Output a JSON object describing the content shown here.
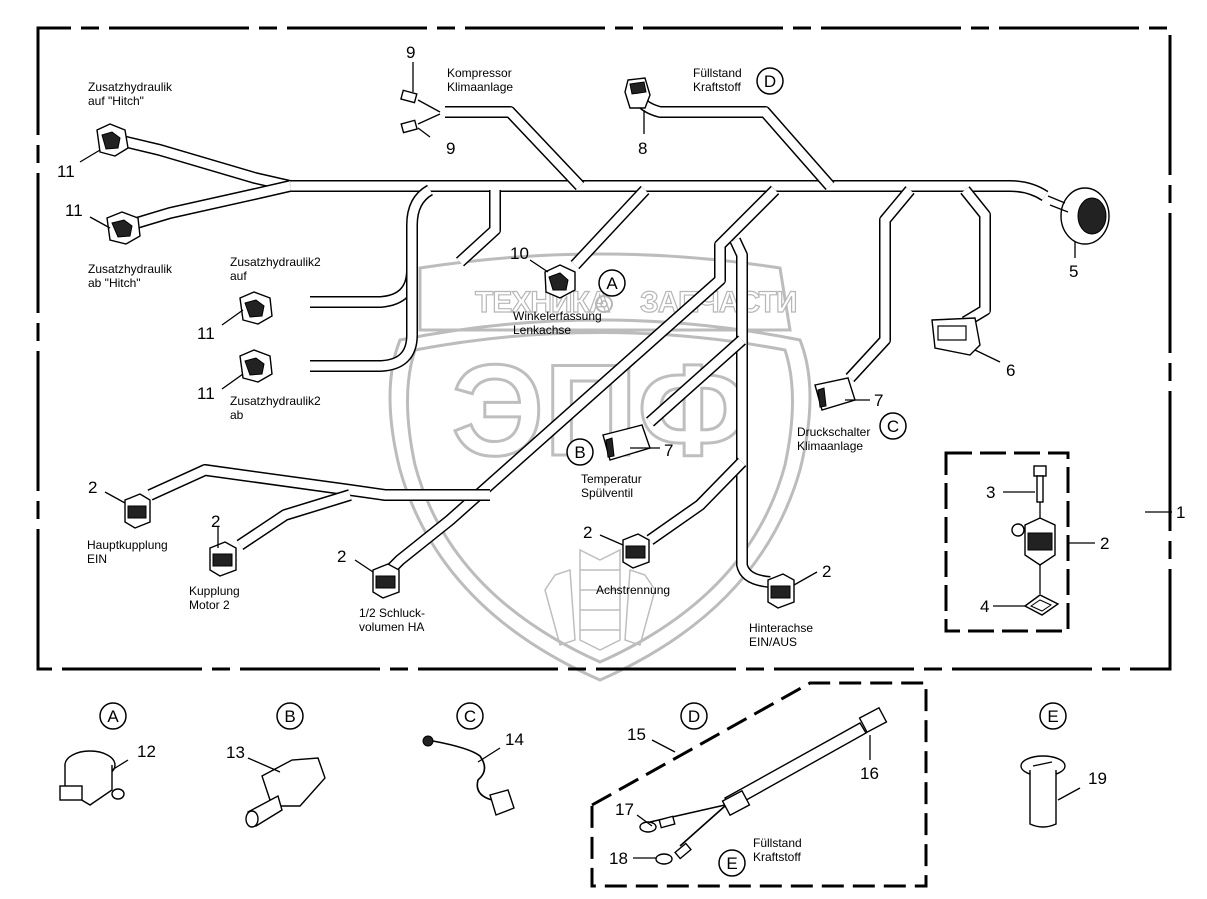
{
  "diagram": {
    "title": "Kabelbaum / Wiring harness parts diagram",
    "watermark": {
      "logo_letters": "ЭПФ",
      "left_text": "ТЕХНИКА",
      "right_text": "ЗАПЧАСТИ"
    },
    "connector_labels": [
      {
        "id": "zh-auf-hitch",
        "lines": [
          "Zusatzhydraulik",
          "auf \"Hitch\""
        ]
      },
      {
        "id": "zh-ab-hitch",
        "lines": [
          "Zusatzhydraulik",
          "ab \"Hitch\""
        ]
      },
      {
        "id": "zh2-auf",
        "lines": [
          "Zusatzhydraulik2",
          "auf"
        ]
      },
      {
        "id": "zh2-ab",
        "lines": [
          "Zusatzhydraulik2",
          "ab"
        ]
      },
      {
        "id": "kompressor",
        "lines": [
          "Kompressor",
          "Klimaanlage"
        ]
      },
      {
        "id": "fuellstand-top",
        "lines": [
          "Füllstand",
          "Kraftstoff"
        ]
      },
      {
        "id": "winkel",
        "lines": [
          "Winkelerfassung",
          "Lenkachse"
        ]
      },
      {
        "id": "druckschalter",
        "lines": [
          "Druckschalter",
          "Klimaanlage"
        ]
      },
      {
        "id": "temperatur",
        "lines": [
          "Temperatur",
          "Spülventil"
        ]
      },
      {
        "id": "hauptkupplung",
        "lines": [
          "Hauptkupplung",
          "EIN"
        ]
      },
      {
        "id": "kupplung-motor2",
        "lines": [
          "Kupplung",
          "Motor 2"
        ]
      },
      {
        "id": "schluckvolumen",
        "lines": [
          "1/2 Schluck-",
          "volumen HA"
        ]
      },
      {
        "id": "achstrennung",
        "lines": [
          "Achstrennung"
        ]
      },
      {
        "id": "hinterachse",
        "lines": [
          "Hinterachse",
          "EIN/AUS"
        ]
      },
      {
        "id": "fuellstand-bottom",
        "lines": [
          "Füllstand",
          "Kraftstoff"
        ]
      }
    ],
    "item_numbers": [
      "1",
      "2",
      "3",
      "4",
      "5",
      "6",
      "7",
      "8",
      "9",
      "10",
      "11",
      "12",
      "13",
      "14",
      "15",
      "16",
      "17",
      "18",
      "19"
    ],
    "callout_letters": [
      "A",
      "B",
      "C",
      "D",
      "E"
    ],
    "detail_views": [
      {
        "letter": "A",
        "item": "12"
      },
      {
        "letter": "B",
        "item": "13"
      },
      {
        "letter": "C",
        "item": "14"
      },
      {
        "letter": "D",
        "items": [
          "15",
          "16",
          "17",
          "18"
        ]
      },
      {
        "letter": "E",
        "item": "19"
      }
    ]
  }
}
